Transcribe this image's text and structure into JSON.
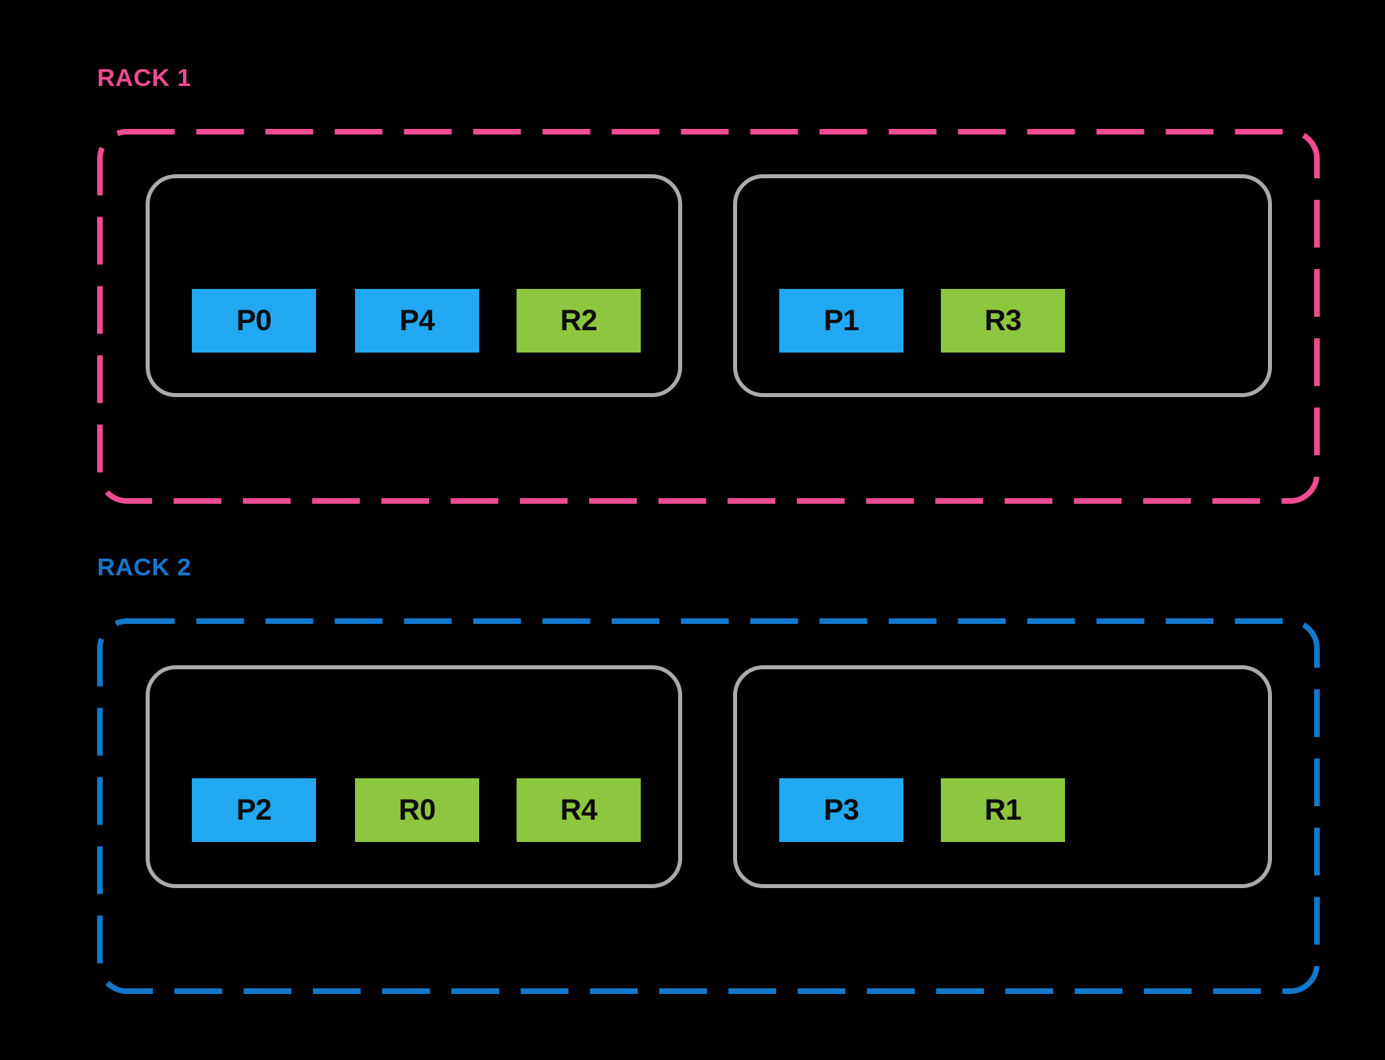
{
  "diagram": {
    "background": "#000000",
    "description_of_content": "Two rack groups, each containing two server-node boxes with primary (P) and replica (R) shard chips"
  },
  "colors": {
    "rack1_accent": "#EF4C91",
    "rack2_accent": "#1478CC",
    "primary_chip": "#21A8F0",
    "replica_chip": "#8DC63F",
    "node_border": "#ABABAB",
    "chip_text": "#0C0C0C",
    "background": "#000000"
  },
  "racks": [
    {
      "label": "RACK 1",
      "accent": "#EF4C91",
      "nodes": [
        {
          "chips": [
            {
              "label": "P0",
              "type": "primary"
            },
            {
              "label": "P4",
              "type": "primary"
            },
            {
              "label": "R2",
              "type": "replica"
            }
          ]
        },
        {
          "chips": [
            {
              "label": "P1",
              "type": "primary"
            },
            {
              "label": "R3",
              "type": "replica"
            }
          ]
        }
      ]
    },
    {
      "label": "RACK 2",
      "accent": "#1478CC",
      "nodes": [
        {
          "chips": [
            {
              "label": "P2",
              "type": "primary"
            },
            {
              "label": "R0",
              "type": "replica"
            },
            {
              "label": "R4",
              "type": "replica"
            }
          ]
        },
        {
          "chips": [
            {
              "label": "P3",
              "type": "primary"
            },
            {
              "label": "R1",
              "type": "replica"
            }
          ]
        }
      ]
    }
  ]
}
